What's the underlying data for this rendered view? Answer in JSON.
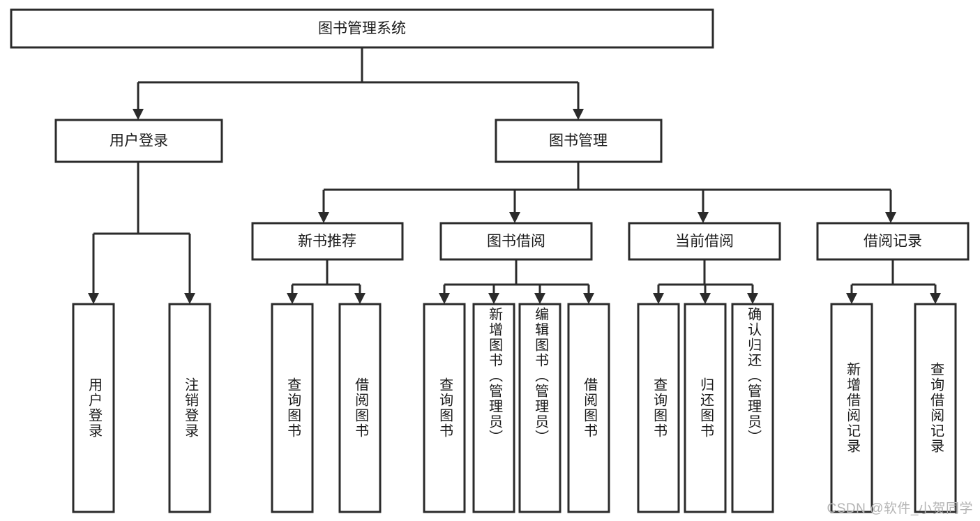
{
  "diagram": {
    "title": "图书管理系统",
    "type": "tree-hierarchy-chart",
    "root": {
      "label": "图书管理系统"
    },
    "level2": [
      {
        "label": "用户登录"
      },
      {
        "label": "图书管理"
      }
    ],
    "level3": [
      {
        "label": "新书推荐"
      },
      {
        "label": "图书借阅"
      },
      {
        "label": "当前借阅"
      },
      {
        "label": "借阅记录"
      }
    ],
    "leaves": {
      "user_login": [
        {
          "label": "用户登录"
        },
        {
          "label": "注销登录"
        }
      ],
      "new_book_recommend": [
        {
          "label": "查询图书"
        },
        {
          "label": "借阅图书"
        }
      ],
      "book_borrow": [
        {
          "label": "查询图书"
        },
        {
          "label": "新增图书（管理员）"
        },
        {
          "label": "编辑图书（管理员）"
        },
        {
          "label": "借阅图书"
        }
      ],
      "current_borrow": [
        {
          "label": "查询图书"
        },
        {
          "label": "归还图书"
        },
        {
          "label": "确认归还（管理员）"
        }
      ],
      "borrow_record": [
        {
          "label": "新增借阅记录"
        },
        {
          "label": "查询借阅记录"
        }
      ]
    },
    "colors": {
      "stroke": "#2b2b2b",
      "fill": "#ffffff",
      "text": "#1a1a1a",
      "watermark": "#b4b4b4"
    }
  },
  "watermark": {
    "text": "CSDN @软件_小贺同学"
  }
}
